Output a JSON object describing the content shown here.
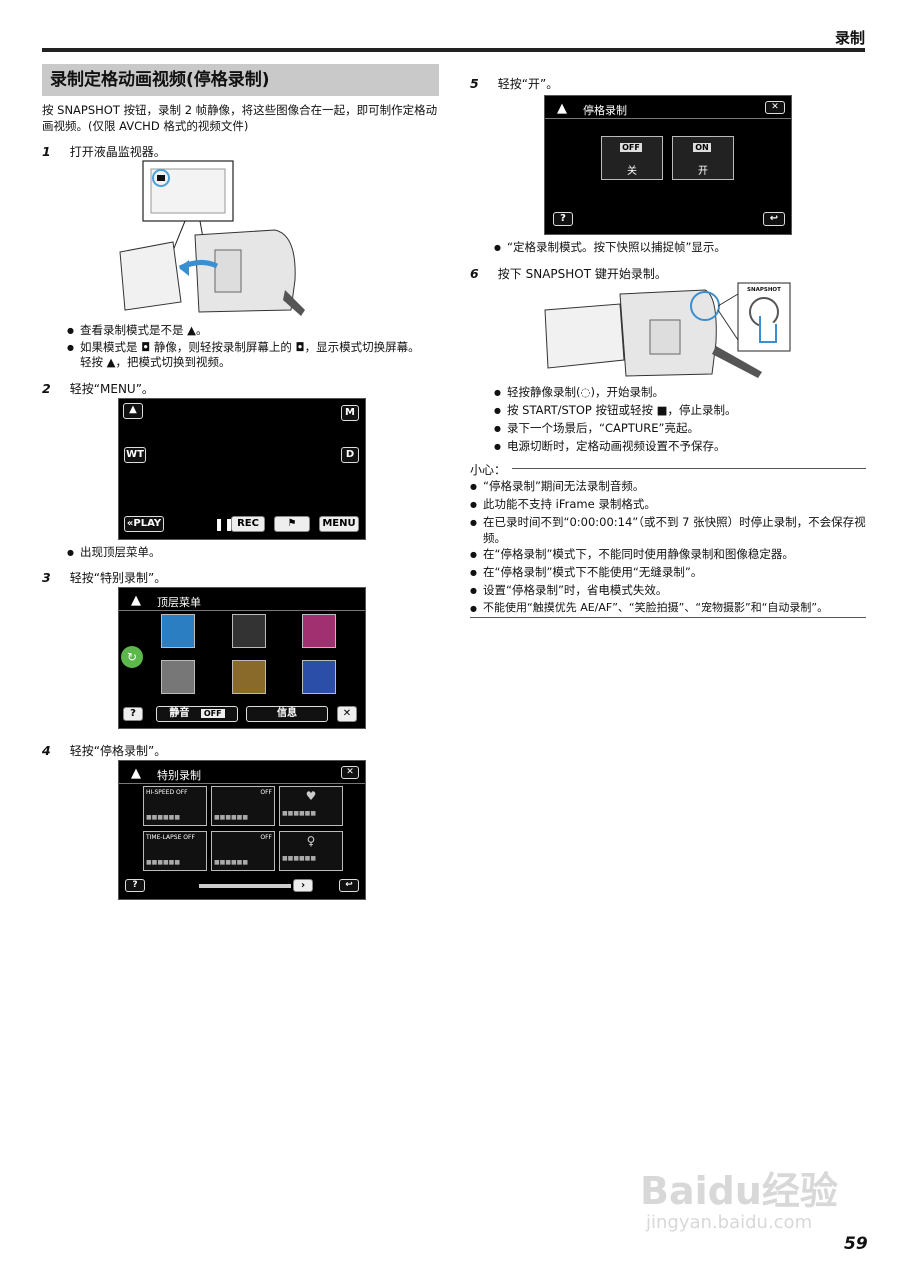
{
  "header": {
    "section": "录制"
  },
  "title": "录制定格动画视频(停格录制)",
  "intro": "按 SNAPSHOT 按钮，录制 2 帧静像，将这些图像合在一起，即可制作定格动画视频。(仅限 AVCHD 格式的视频文件)",
  "steps": [
    {
      "num": "1",
      "text": "打开液晶监视器。"
    },
    {
      "num": "2",
      "text": "轻按“MENU”。"
    },
    {
      "num": "3",
      "text": "轻按“特别录制”。"
    },
    {
      "num": "4",
      "text": "轻按“停格录制”。"
    },
    {
      "num": "5",
      "text": "轻按“开”。"
    },
    {
      "num": "6",
      "text": "按下 SNAPSHOT 键开始录制。"
    }
  ],
  "step1_bullets": [
    "查看录制模式是不是 ▲。",
    "如果模式是 ◘ 静像，则轻按录制屏幕上的 ◘，显示模式切换屏幕。",
    "轻按 ▲，把模式切换到视频。"
  ],
  "step2_bullet": "出现顶层菜单。",
  "step5_bullet": "“定格录制模式。按下快照以捕捉帧”显示。",
  "step6_bullets": [
    "轻按静像录制(◌)，开始录制。",
    "按 START/STOP 按钮或轻按 ■，停止录制。",
    "录下一个场景后，“CAPTURE”亮起。",
    "电源切断时，定格动画视频设置不予保存。"
  ],
  "screen_menu": {
    "m": "M",
    "wt": "WT",
    "d": "D",
    "play": "«PLAY",
    "rec": "REC",
    "menu": "MENU"
  },
  "screen_top": {
    "title": "顶层菜单",
    "help": "?",
    "mute": "静音",
    "off": "OFF",
    "info": "信息",
    "close": "✕"
  },
  "screen_special": {
    "title": "特别录制",
    "help": "?",
    "close": "✕",
    "tiles": [
      "HI-SPEED OFF",
      "OFF",
      "",
      "TIME-LAPSE OFF",
      "OFF",
      ""
    ],
    "dots": "■■■■■■"
  },
  "screen_stop": {
    "title": "停格录制",
    "off_badge": "OFF",
    "off_label": "关",
    "on_badge": "ON",
    "on_label": "开",
    "help": "?",
    "close": "✕"
  },
  "snapshot_label": "SNAPSHOT",
  "caution": {
    "title": "小心：",
    "items": [
      "“停格录制”期间无法录制音频。",
      "此功能不支持 iFrame 录制格式。",
      "在已录时间不到“0:00:00:14”（或不到 7 张快照）时停止录制，不会保存视频。",
      "在“停格录制”模式下，不能同时使用静像录制和图像稳定器。",
      "在“停格录制”模式下不能使用“无缝录制”。",
      "设置“停格录制”时，省电模式失效。",
      "不能使用“触摸优先 AE/AF”、“笑脸拍摄”、“宠物摄影”和“自动录制”。"
    ]
  },
  "page_number": "59",
  "watermark": {
    "brand": "Baidu经验",
    "url": "jingyan.baidu.com"
  }
}
